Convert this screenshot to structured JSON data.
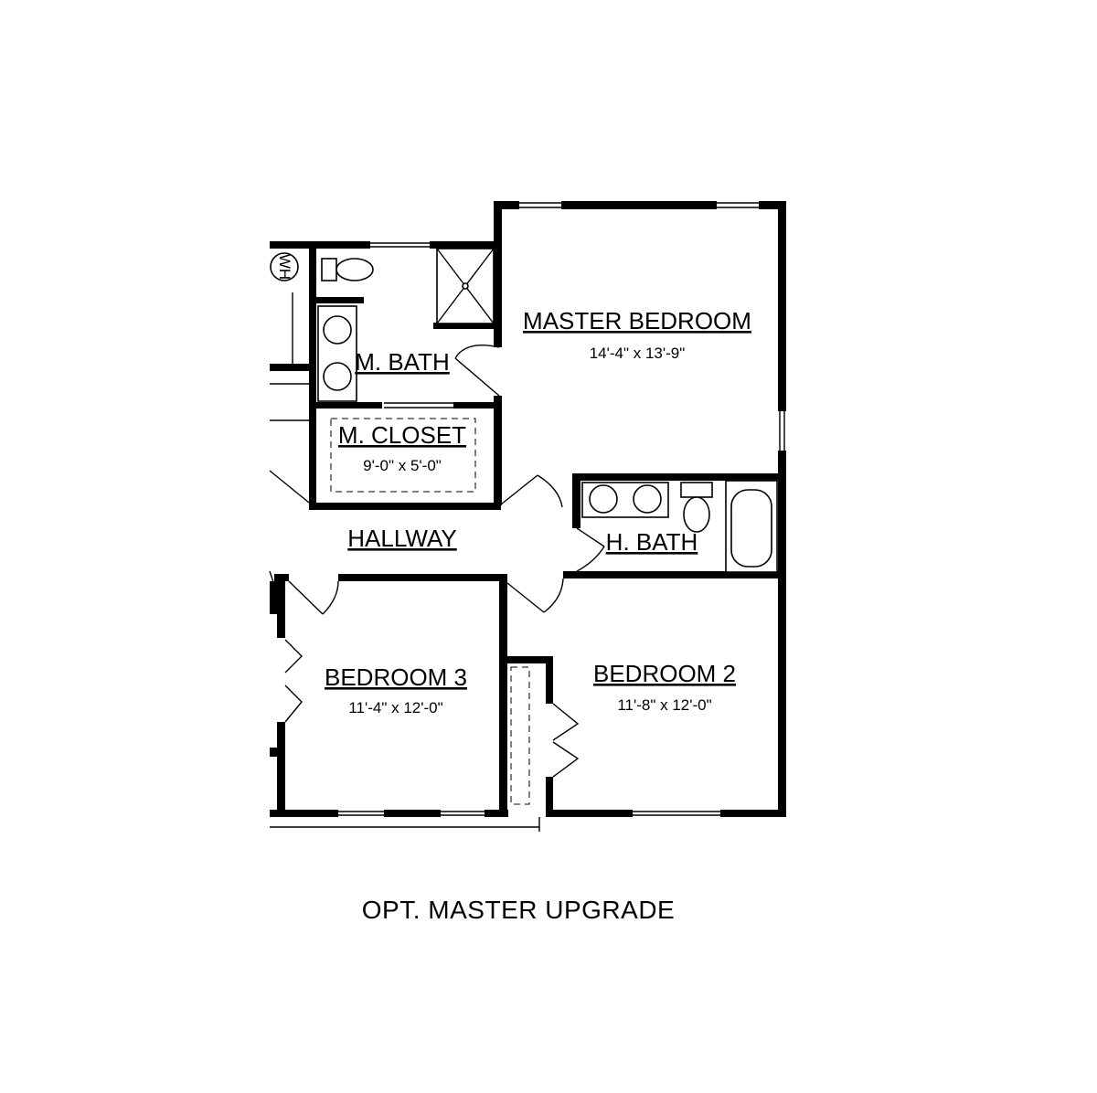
{
  "rooms": {
    "master_bedroom": {
      "name": "MASTER BEDROOM",
      "dims": "14'-4\" x 13'-9\""
    },
    "m_bath": {
      "name": "M. BATH"
    },
    "m_closet": {
      "name": "M. CLOSET",
      "dims": "9'-0\" x 5'-0\""
    },
    "hallway": {
      "name": "HALLWAY"
    },
    "h_bath": {
      "name": "H. BATH"
    },
    "bedroom_3": {
      "name": "BEDROOM 3",
      "dims": "11'-4\" x 12'-0\""
    },
    "bedroom_2": {
      "name": "BEDROOM 2",
      "dims": "11'-8\" x 12'-0\""
    }
  },
  "fixtures": {
    "water_heater": "WH"
  },
  "caption": "OPT. MASTER UPGRADE"
}
